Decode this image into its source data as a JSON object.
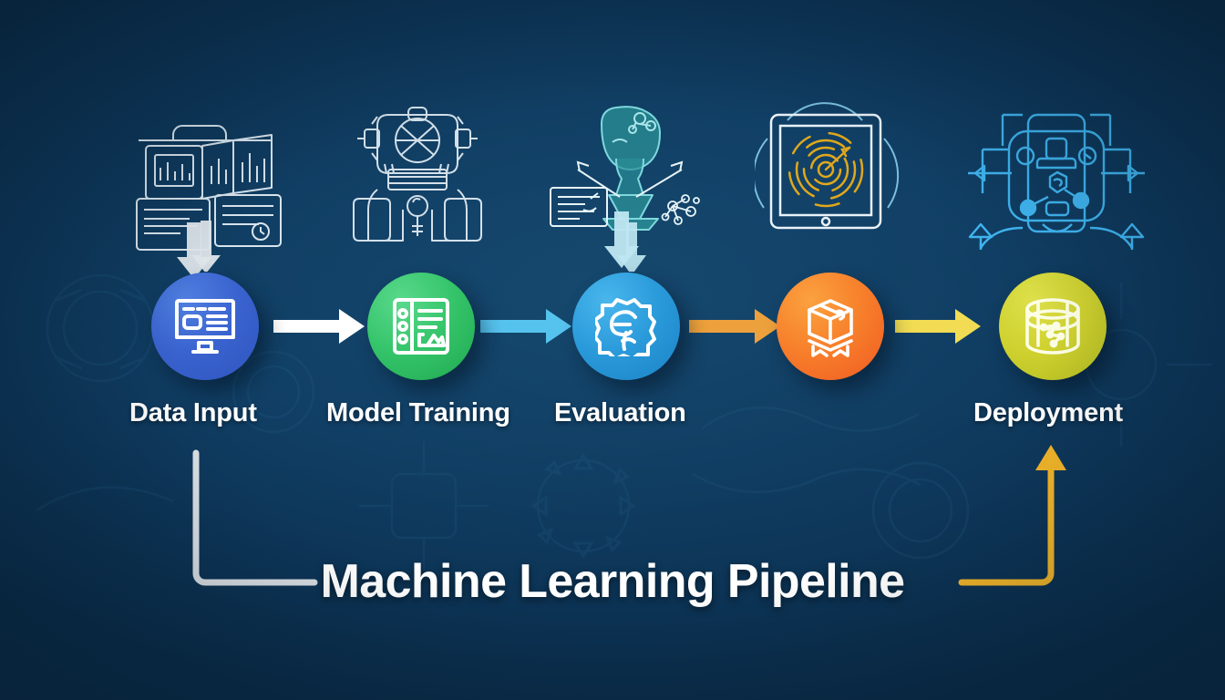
{
  "title": "Machine Learning Pipeline",
  "theme": {
    "background_dark": "#0b2f4d",
    "background_mid": "#12466e",
    "text_color": "#ffffff",
    "left_bracket_color": "#d9dee2",
    "right_bracket_color": "#f0b429"
  },
  "stages": [
    {
      "id": "data-input",
      "label": "Data Input",
      "circle_color": "#3a63cf",
      "icon": "monitor-dashboard-icon",
      "top_illustration": "documents-charts-briefcase-illustration",
      "top_arrow": {
        "present": true,
        "color": "#e6eaed",
        "direction": "down"
      },
      "out_arrow": {
        "present": true,
        "color": "#ffffff"
      }
    },
    {
      "id": "model-training",
      "label": "Model Training",
      "circle_color": "#35c46a",
      "icon": "notebook-checklist-icon",
      "top_illustration": "neural-network-machine-illustration",
      "top_arrow": {
        "present": false,
        "color": "",
        "direction": ""
      },
      "out_arrow": {
        "present": true,
        "color": "#5ec8f0"
      }
    },
    {
      "id": "evaluation",
      "label": "Evaluation",
      "circle_color": "#2a9ada",
      "icon": "gear-profile-icon",
      "top_illustration": "funnel-molecules-illustration",
      "top_arrow": {
        "present": true,
        "color": "#9fd9f2",
        "direction": "down"
      },
      "out_arrow": {
        "present": true,
        "color": "#f0a23c"
      }
    },
    {
      "id": "packaging",
      "label": "",
      "circle_color": "#f77f2b",
      "icon": "package-box-icon",
      "top_illustration": "tablet-radial-rings-illustration",
      "top_arrow": {
        "present": false,
        "color": "",
        "direction": ""
      },
      "out_arrow": {
        "present": true,
        "color": "#f2dd52"
      }
    },
    {
      "id": "deployment",
      "label": "Deployment",
      "circle_color": "#cfd12f",
      "icon": "database-cylinder-icon",
      "top_illustration": "cloud-infrastructure-nodes-illustration",
      "top_arrow": {
        "present": false,
        "color": "",
        "direction": ""
      },
      "out_arrow": {
        "present": false,
        "color": ""
      }
    }
  ],
  "brackets": {
    "left": {
      "name": "left-elbow-connector",
      "color": "#d9dee2",
      "from": "data-input",
      "to": "title"
    },
    "right": {
      "name": "right-elbow-arrow",
      "color": "#f0b429",
      "from": "title",
      "to": "deployment",
      "arrowhead": "up"
    }
  }
}
